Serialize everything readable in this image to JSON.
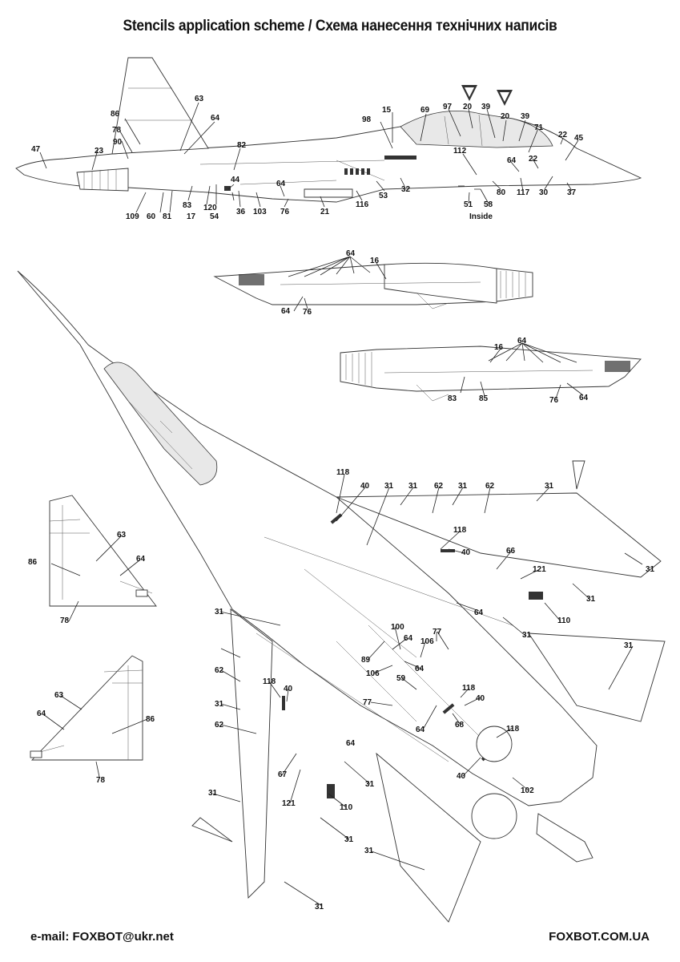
{
  "title": "Stencils application scheme / Схема нанесення технічних написів",
  "footer": {
    "email": "e-mail: FOXBOT@ukr.net",
    "website": "FOXBOT.COM.UA"
  },
  "notes": {
    "inside": "Inside"
  },
  "callouts": [
    "47",
    "23",
    "90",
    "78",
    "86",
    "63",
    "64",
    "82",
    "109",
    "60",
    "81",
    "83",
    "17",
    "120",
    "44",
    "54",
    "36",
    "103",
    "64",
    "76",
    "21",
    "116",
    "53",
    "32",
    "98",
    "15",
    "69",
    "97",
    "20",
    "39",
    "20",
    "39",
    "71",
    "22",
    "45",
    "112",
    "64",
    "22",
    "80",
    "117",
    "30",
    "37",
    "51",
    "58",
    "64",
    "16",
    "64",
    "76",
    "16",
    "64",
    "83",
    "85",
    "76",
    "64",
    "63",
    "64",
    "86",
    "78",
    "63",
    "64",
    "86",
    "78",
    "118",
    "40",
    "31",
    "31",
    "62",
    "31",
    "62",
    "31",
    "118",
    "40",
    "66",
    "121",
    "31",
    "64",
    "110",
    "31",
    "31",
    "31",
    "62",
    "118",
    "40",
    "31",
    "62",
    "67",
    "121",
    "31",
    "64",
    "31",
    "110",
    "31",
    "31",
    "31",
    "100",
    "64",
    "106",
    "89",
    "106",
    "64",
    "77",
    "59",
    "118",
    "40",
    "77",
    "64",
    "68",
    "118",
    "40",
    "102",
    "31"
  ],
  "icons": {
    "emblem_left": "wolf-head-emblem-icon",
    "emblem_right": "wolf-head-emblem-icon"
  },
  "colors": {
    "ink": "#111111",
    "outline": "#333333",
    "canopy": "#e8e8e8",
    "paper": "#ffffff"
  }
}
